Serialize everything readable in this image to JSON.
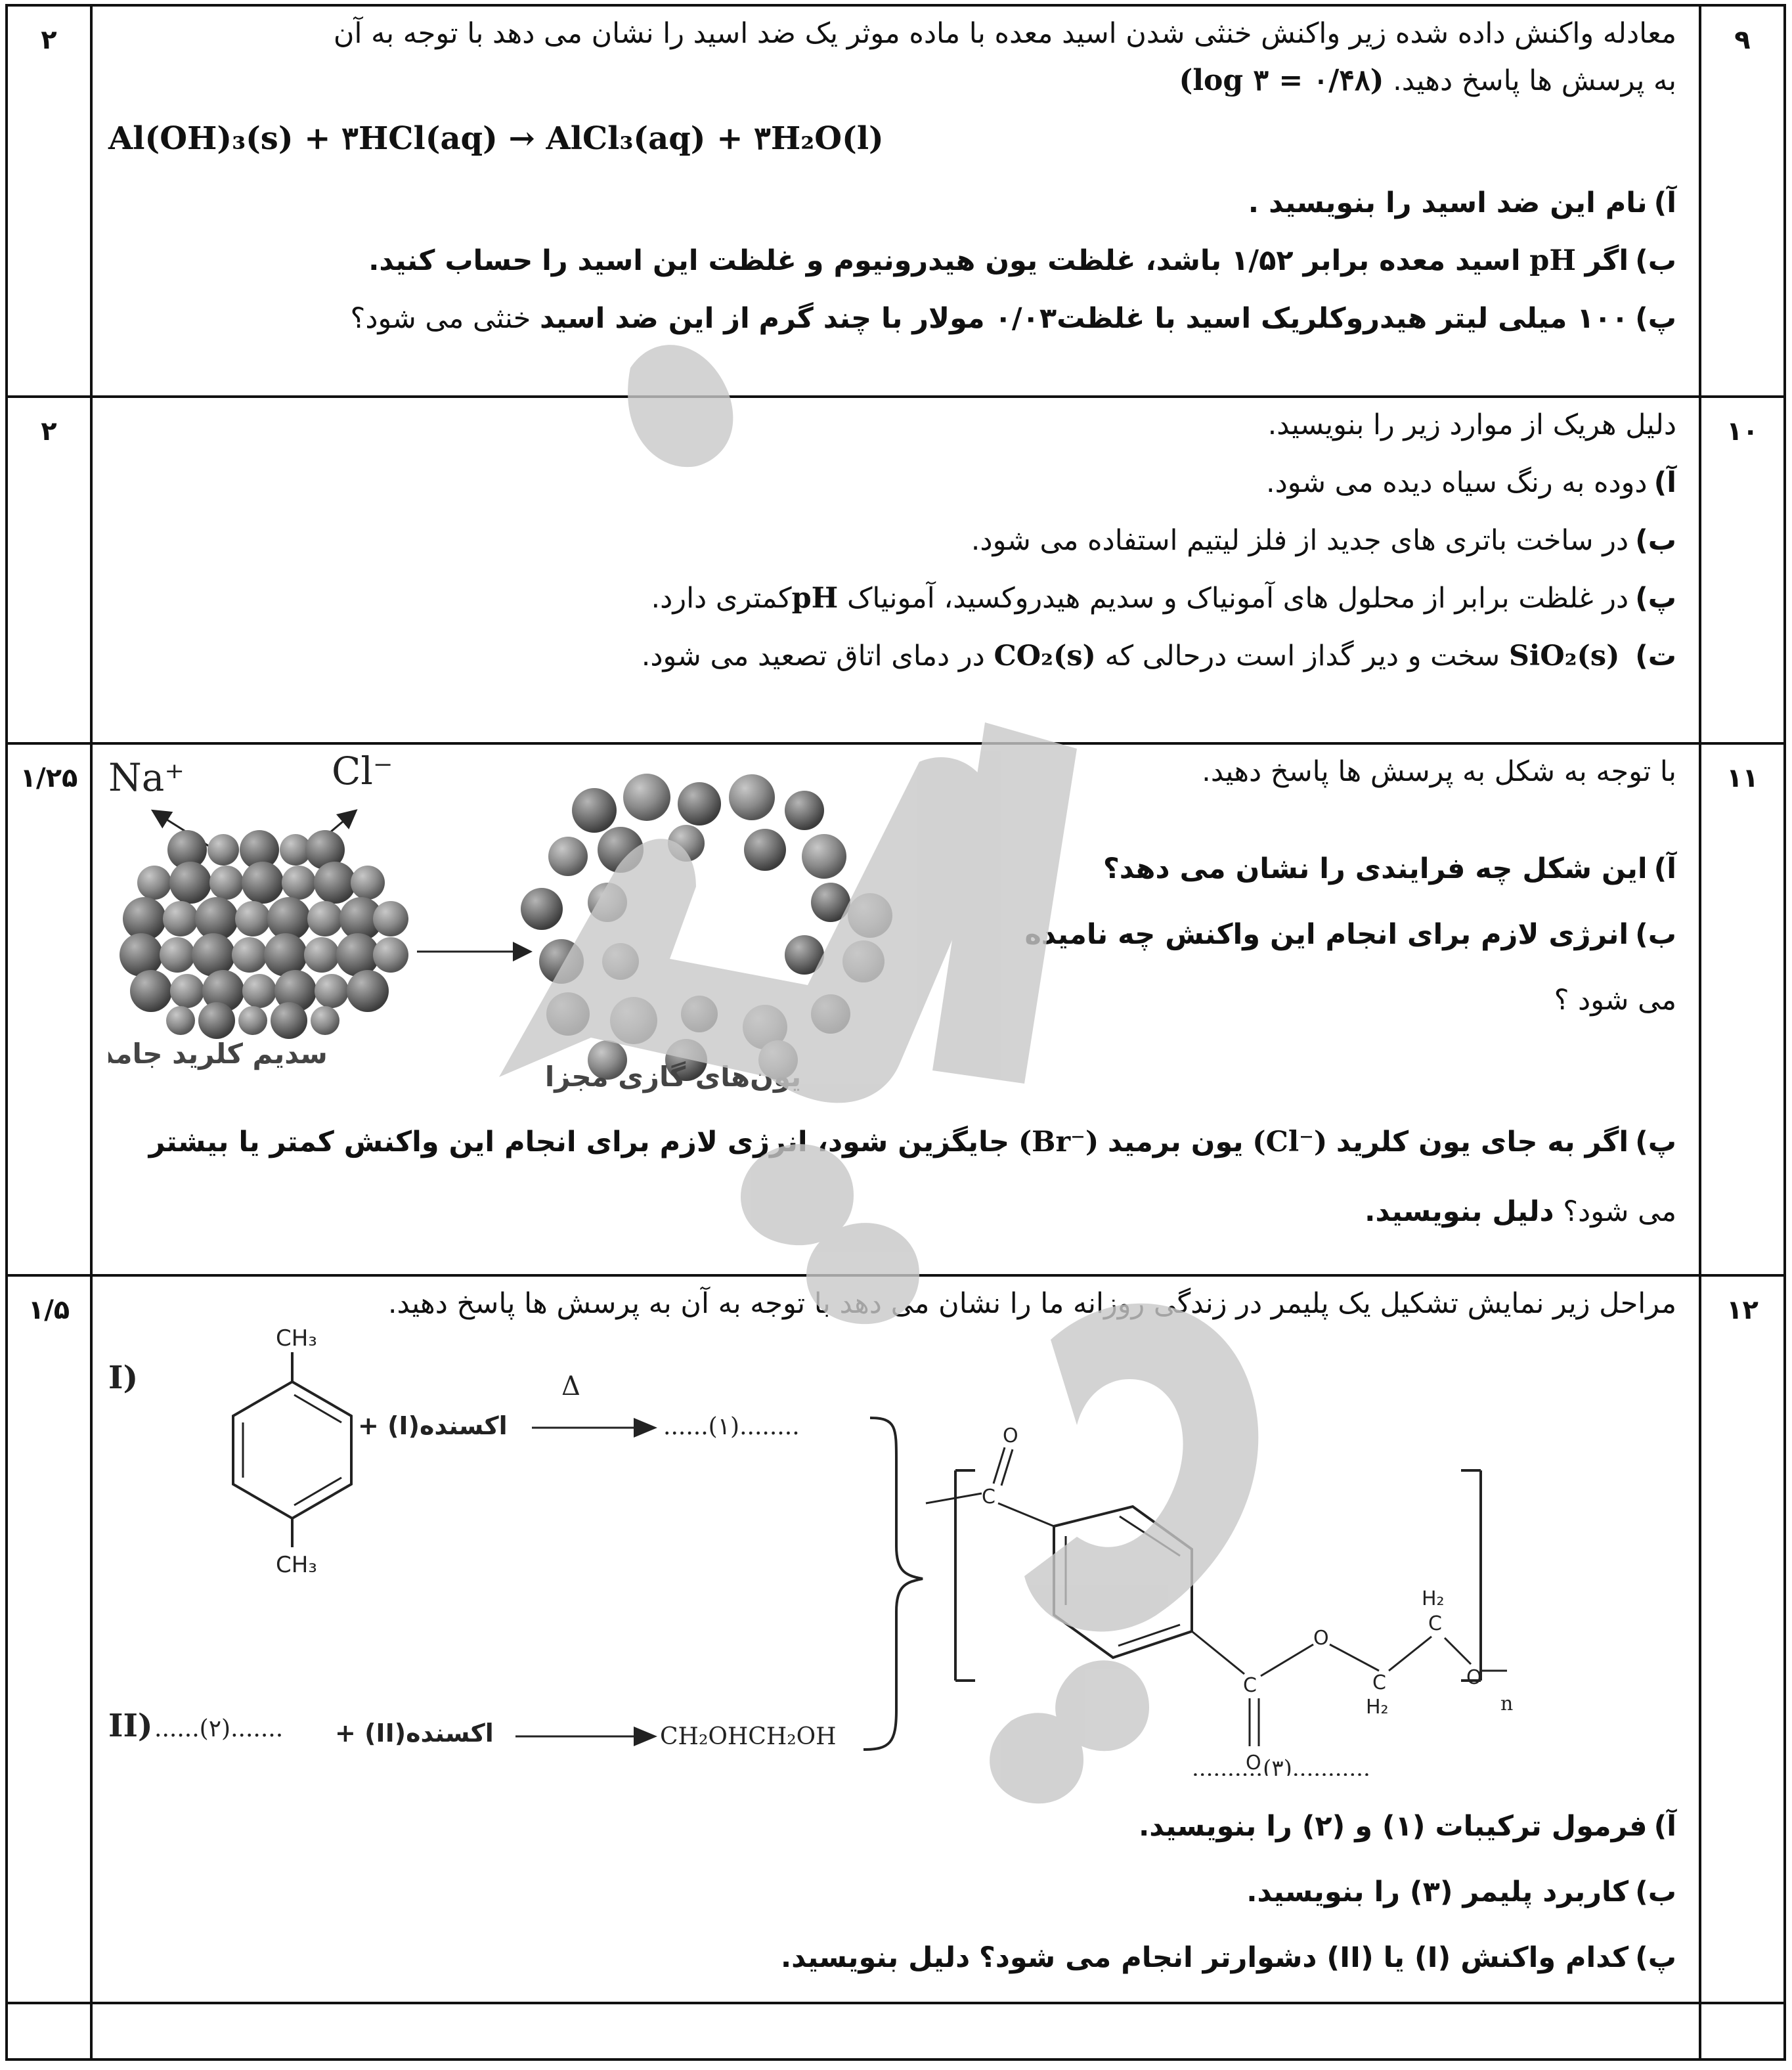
{
  "questions": {
    "q9": {
      "number": "۹",
      "score": "۲",
      "intro_1": "معادله واکنش داده شده زیر واکنش خنثی شدن اسید معده با  ماده موثر یک ضد اسید را نشان می دهد با توجه به آن",
      "intro_2": "به پرسش ها پاسخ دهید.",
      "log_hint": "(log ۳ = ۰/۴۸)",
      "equation": "Al(OH)₃(s) + ۳HCl(aq) → AlCl₃(aq) + ۳H₂O(l)",
      "part_a_label": "آ)",
      "part_a": "نام این ضد اسید را بنویسید .",
      "part_b_label": "ب)",
      "part_b_pre": "اگر",
      "part_b_ph": "pH",
      "part_b_mid": "اسید معده برابر ۱/۵۲ باشد، غلظت یون هیدرونیوم و غلظت این اسید را",
      "part_b_bold": "حساب کنید.",
      "part_c_label": "پ)",
      "part_c_pre": "۱۰۰ میلی لیتر  هیدروکلریک اسید با غلظت۰/۰۳   مولار  با چند گرم",
      "part_c_bold": "از این ضد اسید",
      "part_c_post": "خنثی می شود؟"
    },
    "q10": {
      "number": "۱۰",
      "score": "۲",
      "intro": "دلیل هریک از موارد زیر را بنویسید.",
      "part_a_label": "آ)",
      "part_a": "دوده به رنگ سیاه دیده می شود.",
      "part_b_label": "ب)",
      "part_b": "در ساخت باتری های جدید از فلز لیتیم  استفاده می شود.",
      "part_c_label": "پ)",
      "part_c_pre": "در غلظت برابر از محلول های آمونیاک و سدیم هیدروکسید، آمونیاک",
      "part_c_ph": "pH",
      "part_c_post": "کمتری دارد.",
      "part_d_label": "ت)",
      "part_d_sio2": "SiO₂(s)",
      "part_d_mid": "سخت و دیر گداز است درحالی که",
      "part_d_co2": "CO₂(s)",
      "part_d_post": "در دمای اتاق تصعید می شود."
    },
    "q11": {
      "number": "۱۱",
      "score": "۱/۲۵",
      "intro": "با توجه به شکل به پرسش ها پاسخ دهید.",
      "fig_na": "Na⁺",
      "fig_cl": "Cl⁻",
      "fig_solid_label": "سدیم کلرید جامد",
      "fig_gas_label": "یون‌های گازی مجزا",
      "part_a_label": "آ)",
      "part_a": "این شکل چه فرایندی را نشان می دهد؟",
      "part_b_label": "ب)",
      "part_b_1": "انرژی لازم برای انجام این واکنش چه نامیده",
      "part_b_2": "می شود ؟",
      "part_c_label": "پ)",
      "part_c_pre": "اگر به جای یون کلرید",
      "part_c_cl": "(Cl⁻)",
      "part_c_mid": "یون برمید",
      "part_c_br": "(Br⁻)",
      "part_c_post": "جایگزین شود، انرژی لازم برای انجام این واکنش کمتر یا بیشتر",
      "part_c_2": "می شود؟",
      "part_c_bold": "دلیل بنویسید."
    },
    "q12": {
      "number": "۱۲",
      "score": "۱/۵",
      "intro": "مراحل زیر نمایش  تشکیل یک پلیمر در زندگی روزانه ما را نشان می دهد با توجه به آن به پرسش ها پاسخ دهید.",
      "fig_ch3": "CH₃",
      "fig_r1": "I)",
      "fig_plus_oxidant_1": "+ (I)اکسنده",
      "fig_delta": "Δ",
      "fig_product_1": "......(۱)........",
      "fig_r2": "II)",
      "fig_reactant_2": "......(۲).......",
      "fig_plus_oxidant_2": "+ (II)اکسنده",
      "fig_product_2": "CH₂OHCH₂OH",
      "fig_o": "O",
      "fig_c": "C",
      "fig_h2": "H₂",
      "fig_n": "n",
      "fig_polymer": "..........(۳)...........",
      "part_a_label": "آ)",
      "part_a": "فرمول ترکیبات (۱) و (۲) را بنویسید.",
      "part_b_label": "ب)",
      "part_b": "کاربرد پلیمر (۳) را بنویسید.",
      "part_c_label": "پ)",
      "part_c": "کدام واکنش (I) یا (II) دشوارتر انجام می شود؟",
      "part_c_bold": "دلیل بنویسید."
    }
  },
  "colors": {
    "watermark": "#c8c8c8",
    "border": "#111111",
    "sphere_dark": "#5a5a5a",
    "sphere_light": "#9a9a9a"
  }
}
